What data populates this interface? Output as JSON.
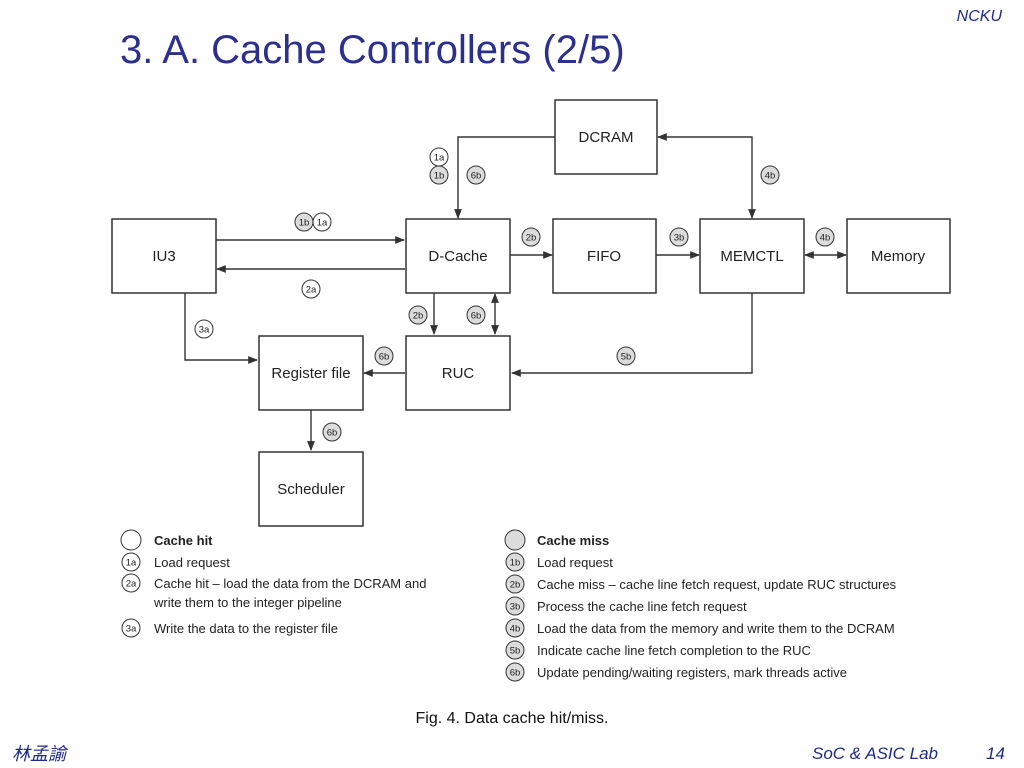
{
  "header": {
    "org": "NCKU",
    "title": "3. A. Cache Controllers (2/5)"
  },
  "diagram": {
    "blocks": {
      "dcram": "DCRAM",
      "iu3": "IU3",
      "dcache": "D-Cache",
      "fifo": "FIFO",
      "memctl": "MEMCTL",
      "memory": "Memory",
      "regfile": "Register file",
      "ruc": "RUC",
      "scheduler": "Scheduler"
    },
    "badges": {
      "b1a": "1a",
      "b1b": "1b",
      "b2a": "2a",
      "b2b": "2b",
      "b3a": "3a",
      "b3b": "3b",
      "b4b": "4b",
      "b5b": "5b",
      "b6b": "6b"
    },
    "hit_fill": "#ffffff",
    "miss_fill": "#dcdcdc"
  },
  "legend": {
    "hit": {
      "heading": "Cache hit",
      "items": [
        {
          "badge": "1a",
          "lines": [
            "Load request"
          ]
        },
        {
          "badge": "2a",
          "lines": [
            "Cache hit – load the data from the DCRAM and",
            "write them to the integer pipeline"
          ]
        },
        {
          "badge": "3a",
          "lines": [
            "Write the data to the register file"
          ]
        }
      ]
    },
    "miss": {
      "heading": "Cache miss",
      "items": [
        {
          "badge": "1b",
          "lines": [
            "Load request"
          ]
        },
        {
          "badge": "2b",
          "lines": [
            "Cache miss – cache line fetch request, update RUC structures"
          ]
        },
        {
          "badge": "3b",
          "lines": [
            "Process the cache line fetch request"
          ]
        },
        {
          "badge": "4b",
          "lines": [
            "Load the data from the memory and write them to the DCRAM"
          ]
        },
        {
          "badge": "5b",
          "lines": [
            "Indicate cache line fetch completion to the RUC"
          ]
        },
        {
          "badge": "6b",
          "lines": [
            "Update pending/waiting registers, mark threads active"
          ]
        }
      ]
    }
  },
  "caption": "Fig. 4. Data cache hit/miss.",
  "footer": {
    "author": "林孟諭",
    "lab": "SoC & ASIC Lab",
    "page": "14"
  }
}
